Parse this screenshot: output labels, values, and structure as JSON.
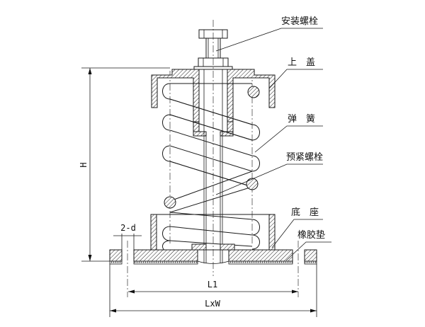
{
  "diagram": {
    "type": "engineering-drawing",
    "subject": "spring vibration isolator",
    "callouts": [
      {
        "id": "install-bolt",
        "label": "安装螺栓"
      },
      {
        "id": "top-cover",
        "label": "上　盖"
      },
      {
        "id": "spring",
        "label": "弹　簧"
      },
      {
        "id": "preload-bolt",
        "label": "预紧螺栓"
      },
      {
        "id": "base",
        "label": "底　座"
      },
      {
        "id": "rubber-pad",
        "label": "橡胶垫"
      }
    ],
    "dimensions": {
      "height": "H",
      "hole": "2-d",
      "hole_spacing": "L1",
      "overall": "LxW"
    }
  }
}
